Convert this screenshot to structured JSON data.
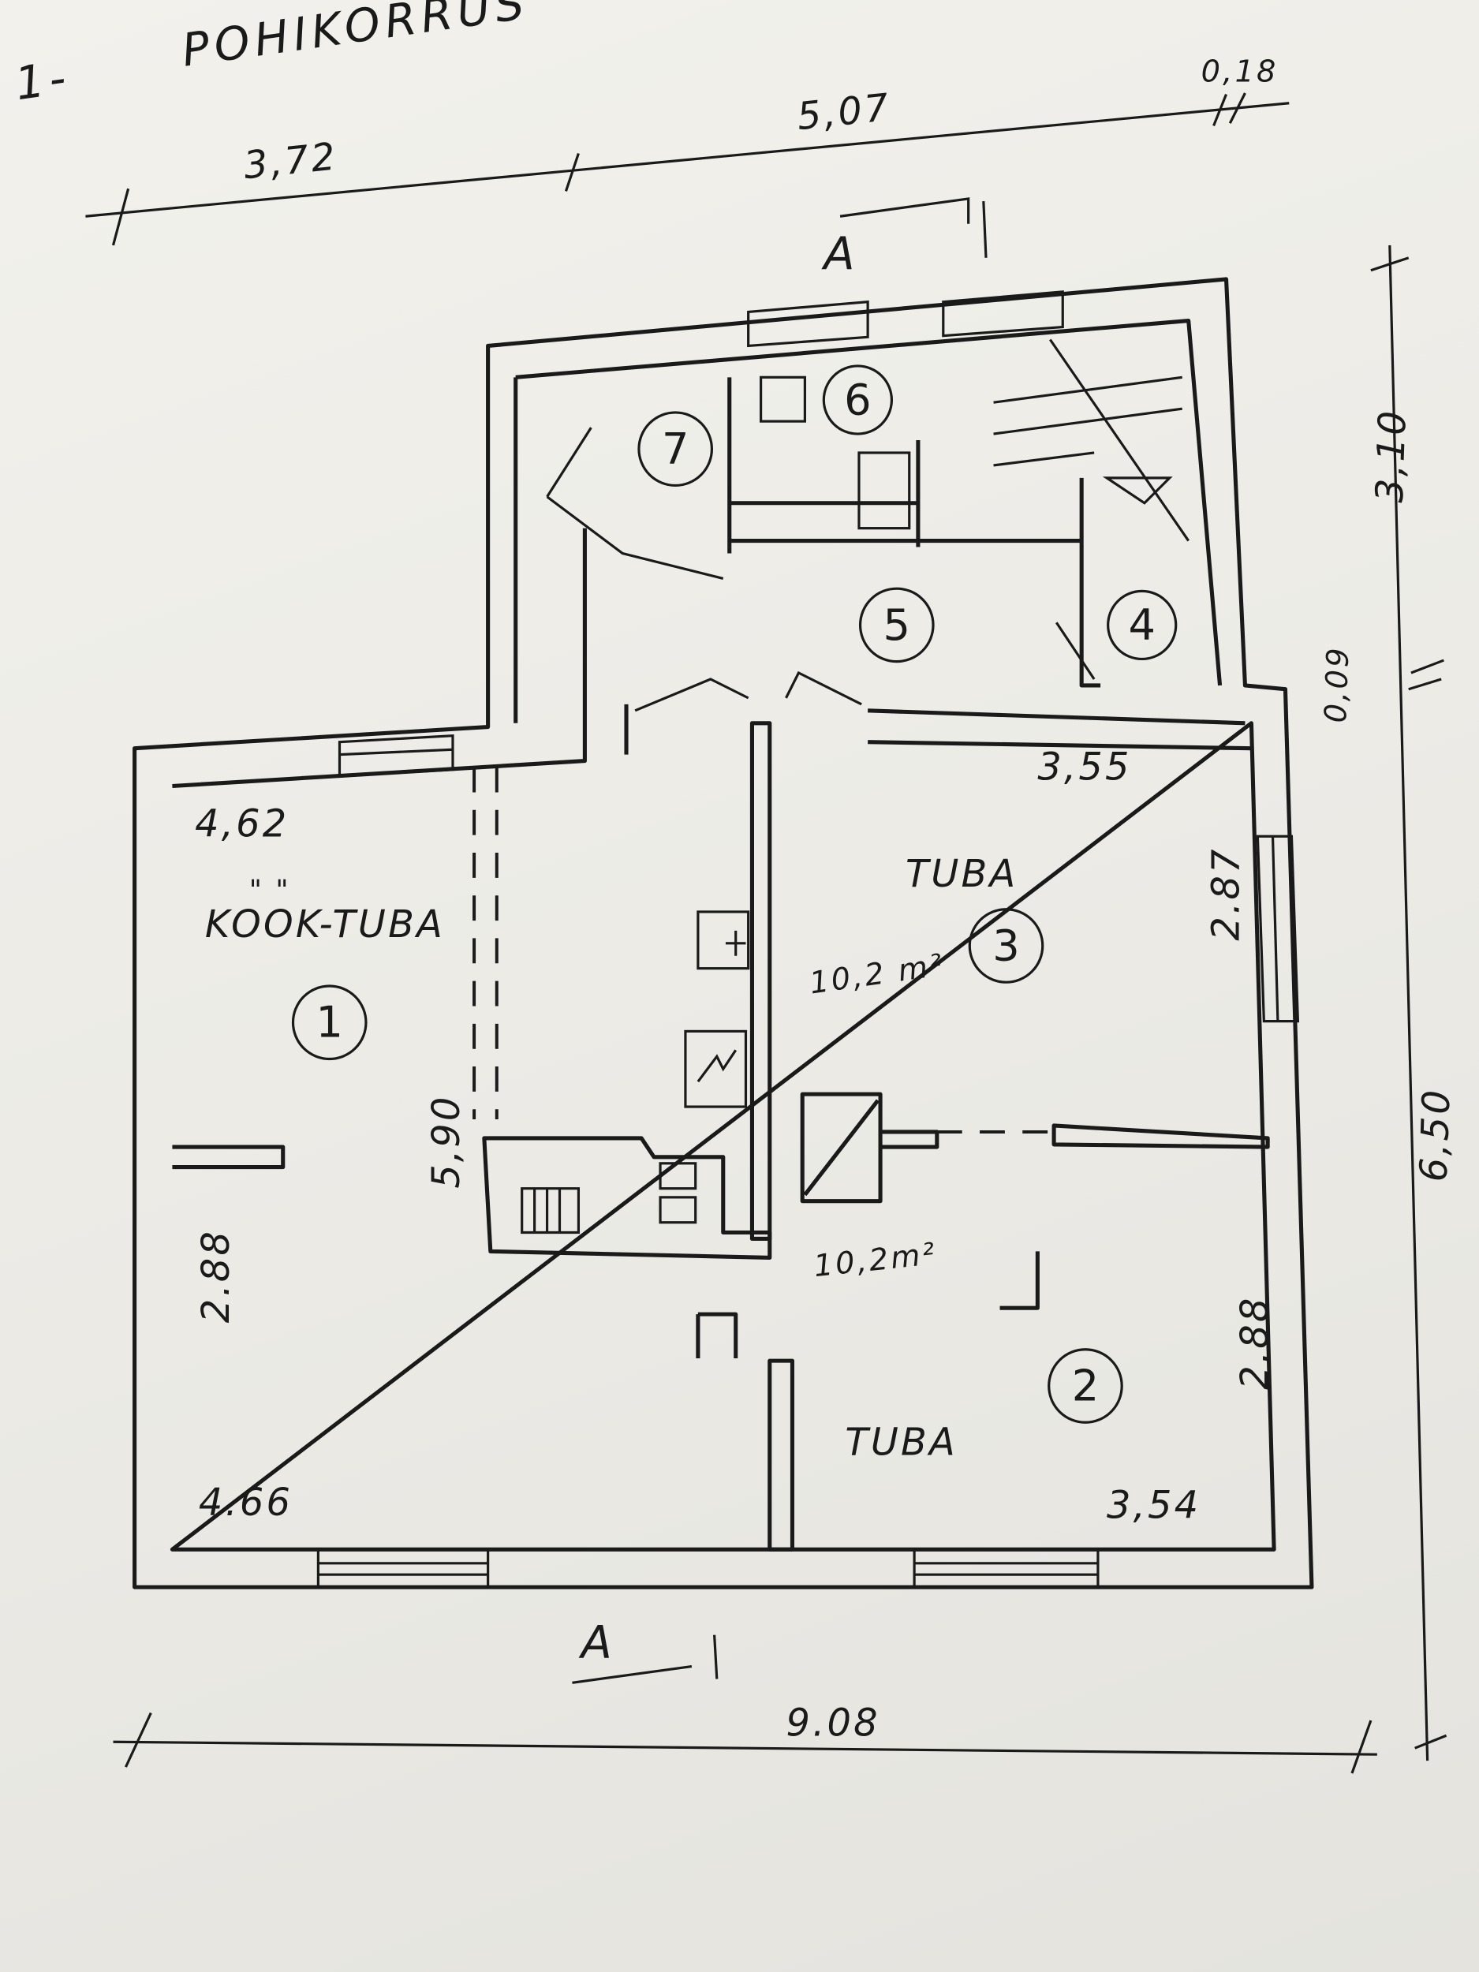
{
  "title": {
    "prefix": "1-",
    "text": "POHIKORRUS"
  },
  "dimensions": {
    "top_left": "3,72",
    "top_mid": "5,07",
    "top_right": "0,18",
    "right_upper": "3,10",
    "right_gap": "0,09",
    "right_total": "6,50",
    "bottom_total": "9.08",
    "room1_top": "4,62",
    "room1_bottom": "4.66",
    "room1_depth": "5,90",
    "room1_side": "2.88",
    "room3_width": "3,55",
    "room3_depth": "2.87",
    "room2_width": "3,54",
    "room2_depth": "2.88"
  },
  "section_marks": {
    "top": "A",
    "bottom": "A"
  },
  "rooms": [
    {
      "number": "1",
      "label": "\" \"",
      "name": "KOOK-TUBA"
    },
    {
      "number": "2",
      "name": "TUBA",
      "area": "10,2m²"
    },
    {
      "number": "3",
      "name": "TUBA",
      "area": "10,2 m²"
    },
    {
      "number": "4"
    },
    {
      "number": "5"
    },
    {
      "number": "6"
    },
    {
      "number": "7"
    }
  ]
}
